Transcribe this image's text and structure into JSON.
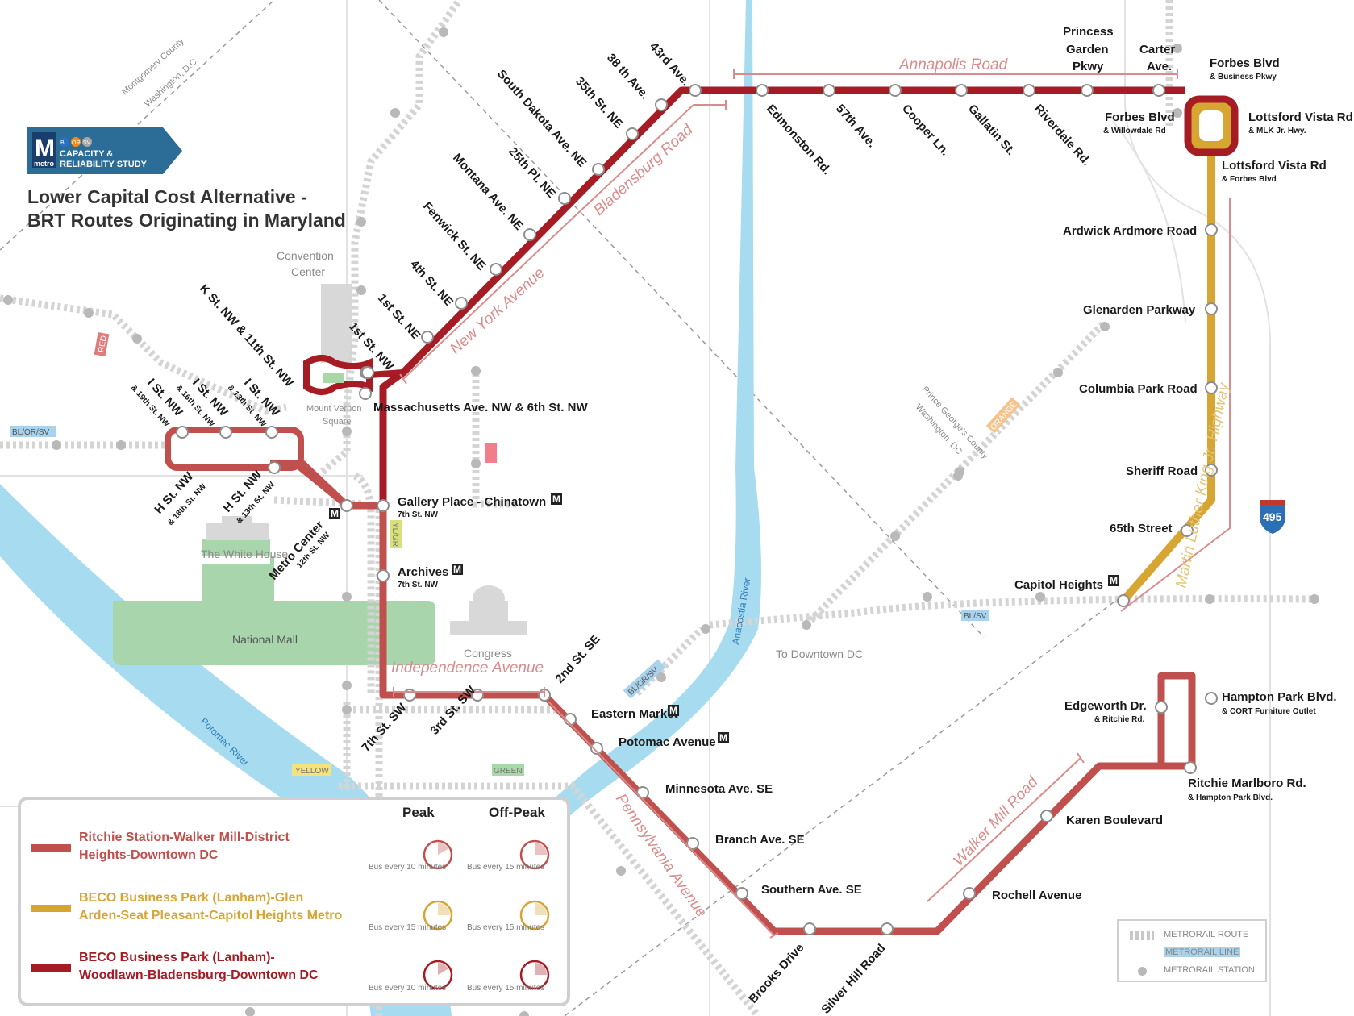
{
  "title": {
    "line1": "Lower Capital Cost Alternative -",
    "line2": "BRT Routes Originating in Maryland"
  },
  "logo": {
    "mark": "M",
    "sub": "metro",
    "badges": [
      "BL",
      "OR",
      "SV"
    ],
    "line1": "CAPACITY &",
    "line2": "RELIABILITY STUDY"
  },
  "colors": {
    "ritchie_route": "#c0504d",
    "beco_glen_route": "#d6a532",
    "beco_woodlawn_route": "#a51c24",
    "river": "#a7dcf0",
    "mall": "#a8d5ab",
    "metrorail": "#d4d4d4"
  },
  "roads": {
    "annapolis": "Annapolis Road",
    "bladensburg": "Bladensburg Road",
    "new_york": "New York Avenue",
    "independence": "Independence Avenue",
    "pennsylvania": "Pennsylvania Avenue",
    "walker_mill": "Walker Mill Road",
    "mlk": "Martin Luther King Jr. Highway"
  },
  "places": {
    "convention": [
      "Convention",
      "Center"
    ],
    "mount_vernon": [
      "Mount Vernon",
      "Square"
    ],
    "white_house": "The White House",
    "national_mall": "National Mall",
    "congress": "Congress",
    "to_downtown": "To Downtown DC",
    "anacostia": "Anacostia River",
    "potomac": "Potomac River",
    "boundary_md": [
      "Montgomery County",
      "Washington, D.C."
    ],
    "boundary_pg": [
      "Prince George's County",
      "Washington, DC"
    ]
  },
  "line_tags": {
    "red": "RED",
    "bl_or_sv": "BL/OR/SV",
    "bl_sv": "BL/SV",
    "orange": "ORANGE",
    "yellow": "YELLOW",
    "green": "GREEN",
    "yl_gr": "YL/GR",
    "i495": "495"
  },
  "woodlawn_stations": [
    "43rd Ave.",
    "38 th Ave.",
    "35th St. NE",
    "South Dakota Ave. NE",
    "25th Pl. NE",
    "Montana Ave. NE",
    "Fenwick St. NE",
    "4th St. NE",
    "1st St. NE",
    "1st St. NW",
    "K St. NW & 11th St. NW"
  ],
  "annapolis_stations": [
    "Edmonston Rd.",
    "57th Ave.",
    "Cooper Ln.",
    "Gallatin St.",
    "Riverdale Rd."
  ],
  "north_labels": {
    "princess": [
      "Princess",
      "Garden",
      "Pkwy"
    ],
    "carter": [
      "Carter",
      "Ave."
    ],
    "forbes_business": [
      "Forbes Blvd",
      "& Business Pkwy"
    ],
    "forbes_willowdale": [
      "Forbes Blvd",
      "& Willowdale Rd"
    ],
    "lottsford_mlk": [
      "Lottsford Vista Rd",
      "& MLK Jr. Hwy."
    ],
    "lottsford_forbes": [
      "Lottsford Vista Rd",
      "& Forbes Blvd"
    ]
  },
  "mlk_stations": [
    "Ardwick Ardmore Road",
    "Glenarden Parkway",
    "Columbia Park Road",
    "Sheriff Road",
    "65th Street"
  ],
  "capitol_heights": "Capitol Heights",
  "downtown": {
    "massachusetts": "Massachusetts Ave. NW & 6th St. NW",
    "gallery": "Gallery Place - Chinatown",
    "gallery_sub": "7th St. NW",
    "archives": "Archives",
    "archives_sub": "7th St. NW",
    "metro_center": "Metro Center",
    "metro_center_sub": "12th St. NW",
    "i_st": [
      {
        "name": "I St. NW",
        "sub": "& 19th St. NW"
      },
      {
        "name": "I St. NW",
        "sub": "& 16th St. NW"
      },
      {
        "name": "I St. NW",
        "sub": "& 13th St. NW"
      }
    ],
    "h_st": [
      {
        "name": "H St. NW",
        "sub": "& 18th St. NW"
      },
      {
        "name": "H St. NW",
        "sub": "& 13th St. NW"
      }
    ],
    "seventh_sw": "7th St. SW",
    "third_sw": "3rd St. SW",
    "second_se": "2nd St. SE"
  },
  "southeast": {
    "eastern_market": "Eastern Market",
    "potomac_ave": "Potomac Avenue",
    "minnesota": "Minnesota Ave. SE",
    "branch": "Branch Ave. SE",
    "southern": "Southern Ave. SE",
    "brooks": "Brooks Drive",
    "silver_hill": "Silver Hill Road",
    "rochell": "Rochell Avenue",
    "karen": "Karen Boulevard",
    "edgeworth": "Edgeworth Dr.",
    "edgeworth_sub": "& Ritchie Rd.",
    "hampton": "Hampton Park Blvd.",
    "hampton_sub": "& CORT Furniture Outlet",
    "ritchie_marlboro": "Ritchie Marlboro Rd.",
    "ritchie_marlboro_sub": "& Hampton Park Blvd."
  },
  "legend": {
    "peak": "Peak",
    "off_peak": "Off-Peak",
    "metrorail_route": "METRORAIL ROUTE",
    "metrorail_line": "METRORAIL LINE",
    "metrorail_station": "METRORAIL STATION",
    "routes": [
      {
        "line1": "Ritchie Station-Walker Mill-District",
        "line2": "Heights-Downtown DC",
        "peak": "Bus every 10 minutes",
        "offpeak": "Bus every 15 minutes",
        "color": "#c0504d",
        "peak_fraction": 0.167,
        "offpeak_fraction": 0.25
      },
      {
        "line1": "BECO Business Park (Lanham)-Glen",
        "line2": "Arden-Seat Pleasant-Capitol Heights Metro",
        "peak": "Bus every 15 minutes",
        "offpeak": "Bus every 15 minutes",
        "color": "#d6a532",
        "peak_fraction": 0.25,
        "offpeak_fraction": 0.25
      },
      {
        "line1": "BECO Business Park (Lanham)-",
        "line2": "Woodlawn-Bladensburg-Downtown DC",
        "peak": "Bus every 10 minutes",
        "offpeak": "Bus every 15 minutes",
        "color": "#a51c24",
        "peak_fraction": 0.167,
        "offpeak_fraction": 0.25
      }
    ]
  }
}
